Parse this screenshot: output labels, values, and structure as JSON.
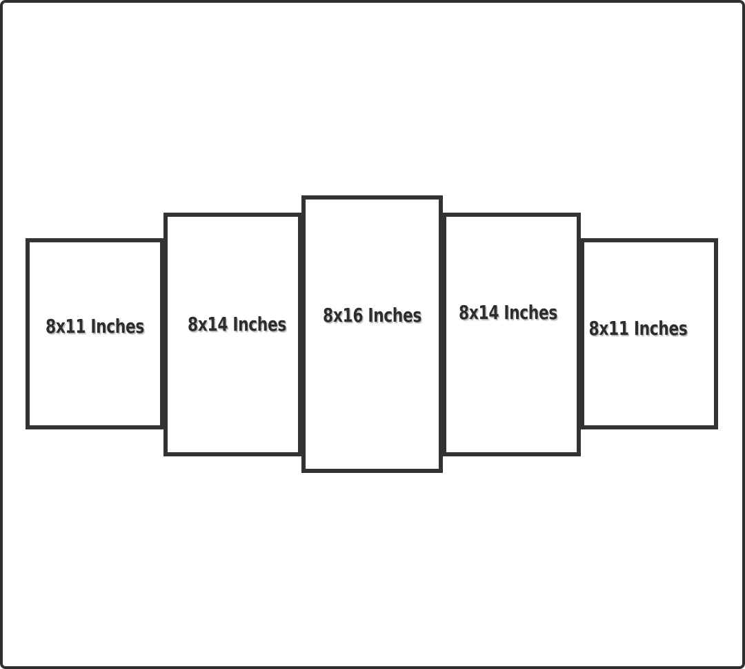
{
  "diagram": {
    "type": "five-panel-size-diagram",
    "panels": [
      {
        "label": "8x11 Inches",
        "width_in": 8,
        "height_in": 11,
        "position": "far-left"
      },
      {
        "label": "8x14 Inches",
        "width_in": 8,
        "height_in": 14,
        "position": "left"
      },
      {
        "label": "8x16 Inches",
        "width_in": 8,
        "height_in": 16,
        "position": "center"
      },
      {
        "label": "8x14 Inches",
        "width_in": 8,
        "height_in": 14,
        "position": "right"
      },
      {
        "label": "8x11 Inches",
        "width_in": 8,
        "height_in": 11,
        "position": "far-right"
      }
    ],
    "colors": {
      "border": "#333333",
      "background": "#ffffff",
      "text": "#2d2d2d"
    }
  }
}
